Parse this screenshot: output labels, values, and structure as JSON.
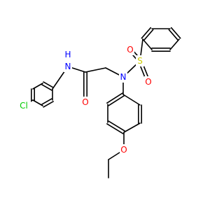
{
  "diagram": {
    "type": "skeletal-structure",
    "atom_labels": {
      "chlorine": "Cl",
      "amide_nh": "N",
      "amide_h": "H",
      "carbonyl_o": "O",
      "sulfonamide_n": "N",
      "sulfur": "S",
      "sulfonyl_o1": "O",
      "sulfonyl_o2": "O",
      "ether_o": "O"
    },
    "colors": {
      "carbon_bond": "#000000",
      "nitrogen": "#0000FF",
      "oxygen": "#FF0000",
      "sulfur": "#CCCC00",
      "chlorine": "#00CC00"
    }
  }
}
